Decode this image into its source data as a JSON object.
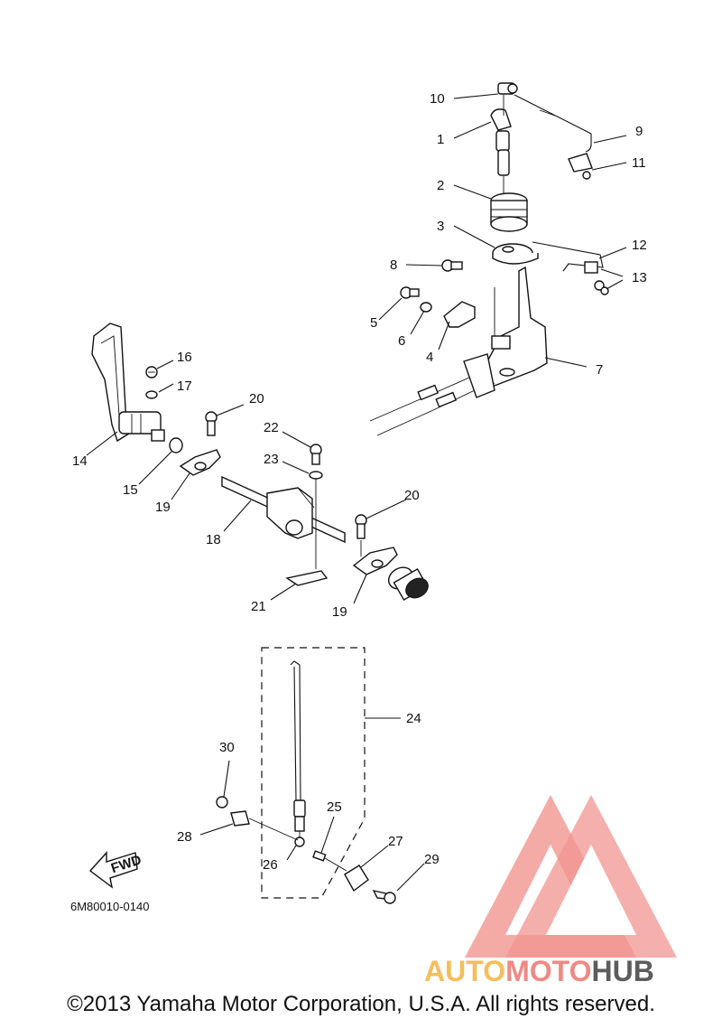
{
  "callouts": [
    "1",
    "2",
    "3",
    "4",
    "5",
    "6",
    "7",
    "8",
    "9",
    "10",
    "11",
    "12",
    "13",
    "14",
    "15",
    "16",
    "17",
    "18",
    "19",
    "19",
    "20",
    "20",
    "21",
    "22",
    "23",
    "24",
    "25",
    "26",
    "27",
    "28",
    "29",
    "30"
  ],
  "fwd_label": "FWD",
  "catalog_code": "6M80010-0140",
  "watermark": {
    "part1": "AUTO",
    "part2": "MOTO",
    "part3": "HUB",
    "colors": {
      "auto": "#f5b84a",
      "moto": "#ef7d76",
      "hub": "#4b4b4b",
      "triangle": "#f08a84"
    }
  },
  "copyright": "©2013 Yamaha Motor Corporation, U.S.A. All rights reserved."
}
